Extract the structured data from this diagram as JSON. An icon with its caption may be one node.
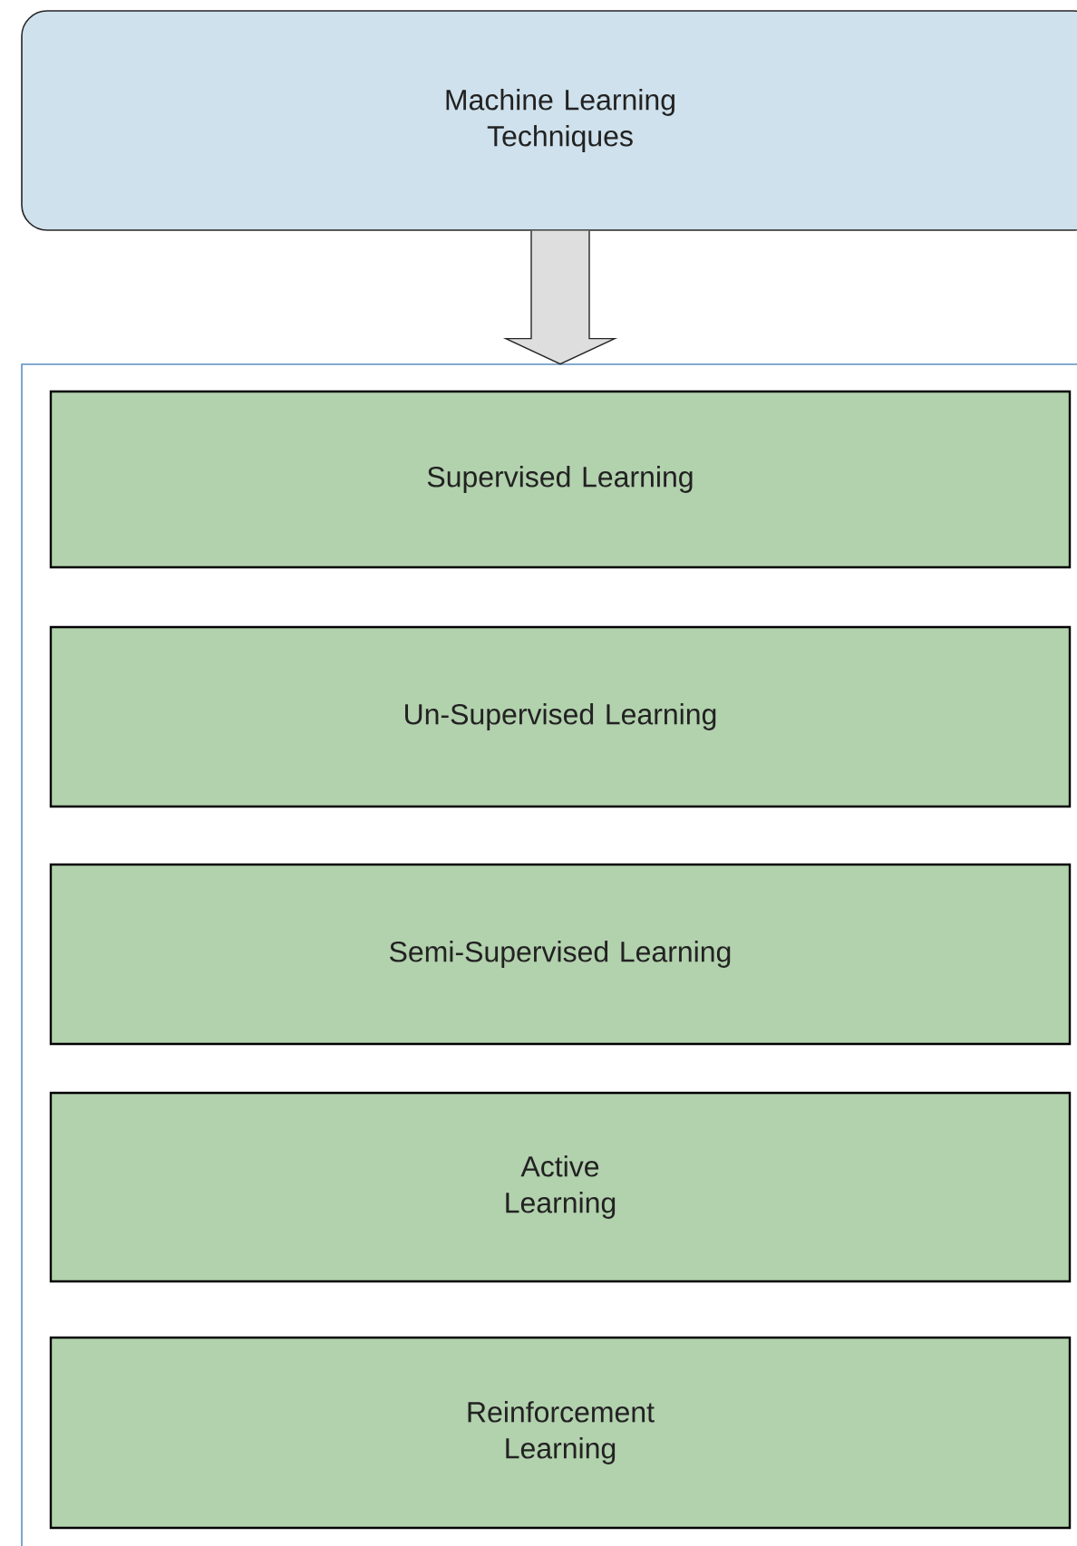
{
  "diagram": {
    "nodes": [
      {
        "text": [
          "Machine Learning Techniques"
        ]
      },
      {
        "text": [],
        "shape": "box"
      },
      {
        "text": [
          "Supervised Learning"
        ],
        "in": 1
      },
      {
        "text": [
          "Un-Supervised Learning"
        ],
        "in": 1
      },
      {
        "text": [
          "Semi-Supervised Learning"
        ],
        "in": 1
      },
      {
        "text": [
          "Active Learning"
        ],
        "in": 1
      },
      {
        "text": [
          "Reinforcement Learning"
        ],
        "in": 1
      }
    ],
    "edges": [
      {
        "from": 0,
        "to": 1,
        "arrow": "to"
      }
    ]
  }
}
